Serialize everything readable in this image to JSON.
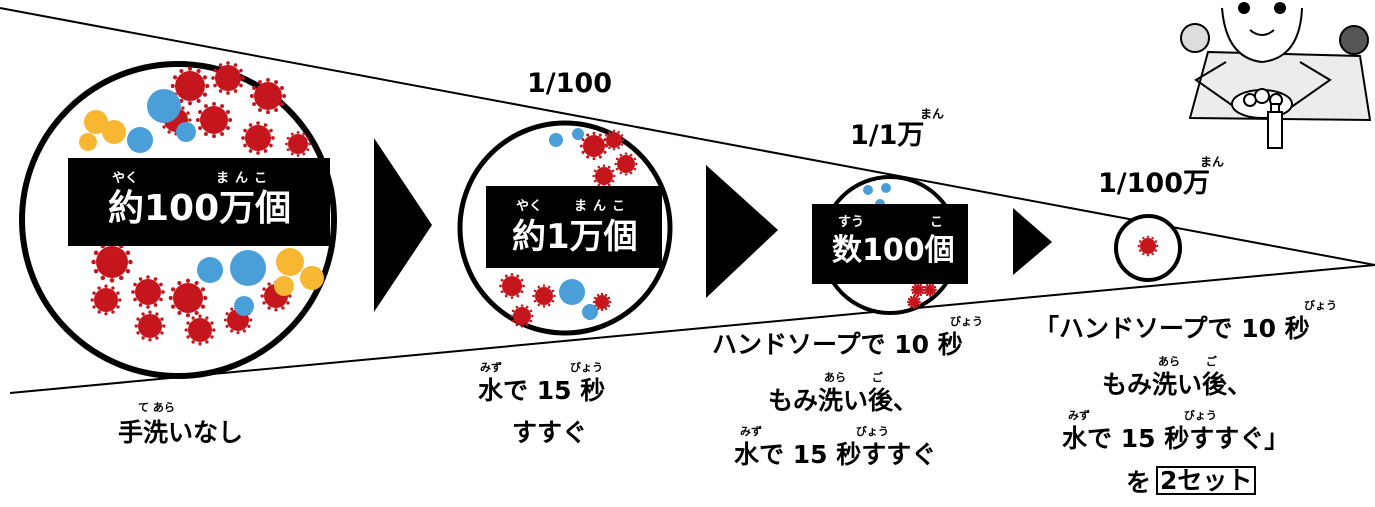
{
  "stages": [
    {
      "id": "none",
      "count": "約100万個",
      "count_ruby": [
        "やく",
        "まんこ"
      ],
      "caption": [
        "手洗いなし"
      ],
      "caption_ruby": [
        "て あら"
      ]
    },
    {
      "id": "water",
      "ratio": "1/100",
      "count": "約1万個",
      "count_ruby": [
        "やく",
        "まんこ"
      ],
      "caption": [
        "水で 15 秒",
        "すすぐ"
      ],
      "caption_ruby": [
        "みず",
        "びょう"
      ]
    },
    {
      "id": "soap-once",
      "ratio": "1/1万",
      "ratio_ruby": "まん",
      "count": "数100個",
      "count_ruby": [
        "すう",
        "こ"
      ],
      "caption": [
        "ハンドソープで 10 秒",
        "もみ洗い後、",
        "水で 15 秒すすぐ"
      ],
      "caption_ruby": [
        "びょう",
        "あら ご",
        "みず びょう"
      ]
    },
    {
      "id": "soap-twice",
      "ratio": "1/100万",
      "ratio_ruby": "まん",
      "caption": [
        "「ハンドソープで 10 秒",
        "もみ洗い後、",
        "水で 15 秒すすぐ」",
        "を",
        "2セット"
      ],
      "caption_ruby": [
        "びょう",
        "あら ご",
        "みず びょう"
      ]
    }
  ],
  "colors": {
    "virus_red": "#c4161c",
    "bacteria_blue": "#4a9fd8",
    "bacteria_yellow": "#f7b733",
    "black": "#000000"
  },
  "icons": [
    "red-virus-icon",
    "blue-bacteria-icon",
    "yellow-bacteria-icon",
    "arrow-right-icon",
    "handwashing-child-illustration"
  ]
}
